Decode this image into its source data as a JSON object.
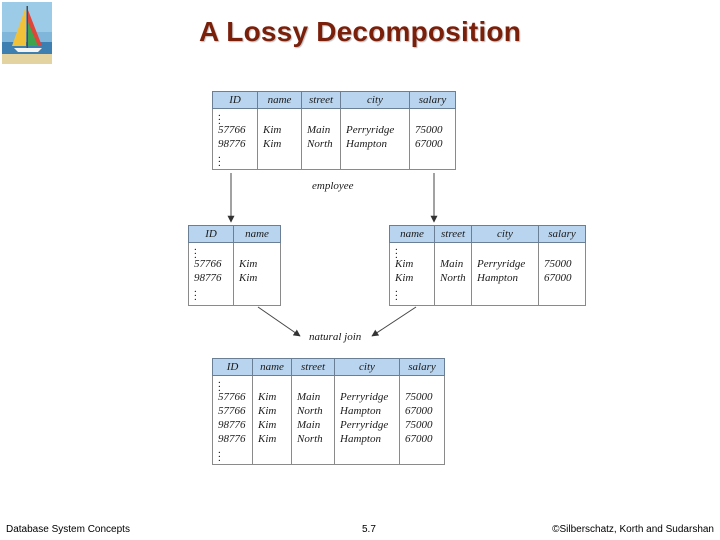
{
  "title": "A Lossy Decomposition",
  "colors": {
    "title": "#7a1f0a",
    "header_fill": "#b9d4ee"
  },
  "logo": {
    "icon": "sailboat-logo-icon"
  },
  "tables": {
    "employee": {
      "columns": [
        "ID",
        "name",
        "street",
        "city",
        "salary"
      ],
      "rows": [
        [
          "57766",
          "Kim",
          "Main",
          "Perryridge",
          "75000"
        ],
        [
          "98776",
          "Kim",
          "North",
          "Hampton",
          "67000"
        ]
      ],
      "caption": "employee"
    },
    "left_projection": {
      "columns": [
        "ID",
        "name"
      ],
      "rows": [
        [
          "57766",
          "Kim"
        ],
        [
          "98776",
          "Kim"
        ]
      ]
    },
    "right_projection": {
      "columns": [
        "name",
        "street",
        "city",
        "salary"
      ],
      "rows": [
        [
          "Kim",
          "Main",
          "Perryridge",
          "75000"
        ],
        [
          "Kim",
          "North",
          "Hampton",
          "67000"
        ]
      ]
    },
    "join_result": {
      "columns": [
        "ID",
        "name",
        "street",
        "city",
        "salary"
      ],
      "rows": [
        [
          "57766",
          "Kim",
          "Main",
          "Perryridge",
          "75000"
        ],
        [
          "57766",
          "Kim",
          "North",
          "Hampton",
          "67000"
        ],
        [
          "98776",
          "Kim",
          "Main",
          "Perryridge",
          "75000"
        ],
        [
          "98776",
          "Kim",
          "North",
          "Hampton",
          "67000"
        ]
      ]
    }
  },
  "join_label": "natural join",
  "footer": {
    "left": "Database System Concepts",
    "center": "5.7",
    "right": "©Silberschatz, Korth and Sudarshan"
  }
}
